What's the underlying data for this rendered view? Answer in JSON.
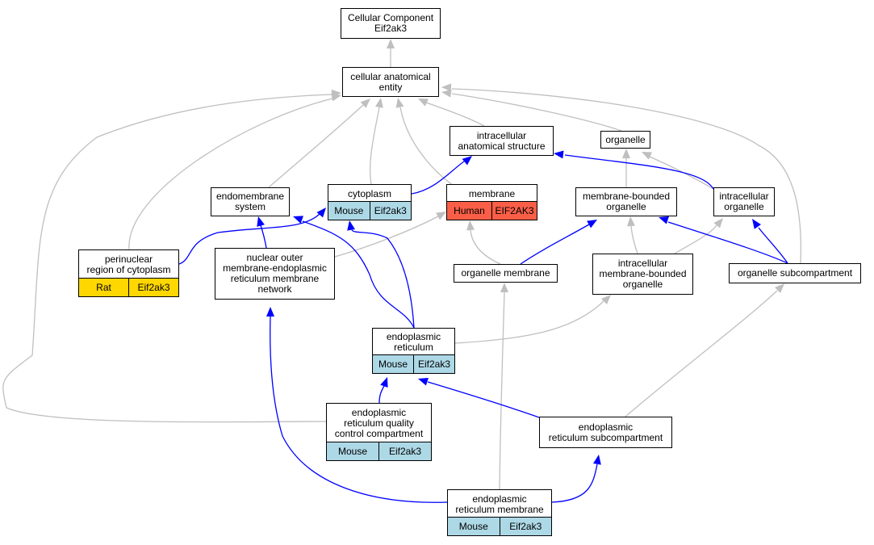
{
  "colors": {
    "mouse": "#add8e6",
    "human": "#fa5e47",
    "rat": "#ffd700",
    "is_a_edge": "#bfbfbf",
    "part_of_edge": "#0000ff"
  },
  "nodes": {
    "root": {
      "label": "Cellular Component\nEif2ak3"
    },
    "cae": {
      "label": "cellular anatomical\nentity"
    },
    "ias": {
      "label": "intracellular\nanatomical structure"
    },
    "organelle": {
      "label": "organelle"
    },
    "endomembrane": {
      "label": "endomembrane\nsystem"
    },
    "cytoplasm": {
      "label": "cytoplasm",
      "species": "Mouse",
      "gene": "Eif2ak3"
    },
    "membrane": {
      "label": "membrane",
      "species": "Human",
      "gene": "EIF2AK3"
    },
    "mbo": {
      "label": "membrane-bounded\norganelle"
    },
    "io": {
      "label": "intracellular\norganelle"
    },
    "perinuclear": {
      "label": "perinuclear\nregion of cytoplasm",
      "species": "Rat",
      "gene": "Eif2ak3"
    },
    "nomer": {
      "label": "nuclear outer\nmembrane-endoplasmic\nreticulum membrane\nnetwork"
    },
    "orgmem": {
      "label": "organelle membrane"
    },
    "imbo": {
      "label": "intracellular\nmembrane-bounded\norganelle"
    },
    "orgsub": {
      "label": "organelle subcompartment"
    },
    "er": {
      "label": "endoplasmic\nreticulum",
      "species": "Mouse",
      "gene": "Eif2ak3"
    },
    "erqc": {
      "label": "endoplasmic\nreticulum quality\ncontrol compartment",
      "species": "Mouse",
      "gene": "Eif2ak3"
    },
    "ersub": {
      "label": "endoplasmic\nreticulum subcompartment"
    },
    "ermem": {
      "label": "endoplasmic\nreticulum membrane",
      "species": "Mouse",
      "gene": "Eif2ak3"
    }
  }
}
